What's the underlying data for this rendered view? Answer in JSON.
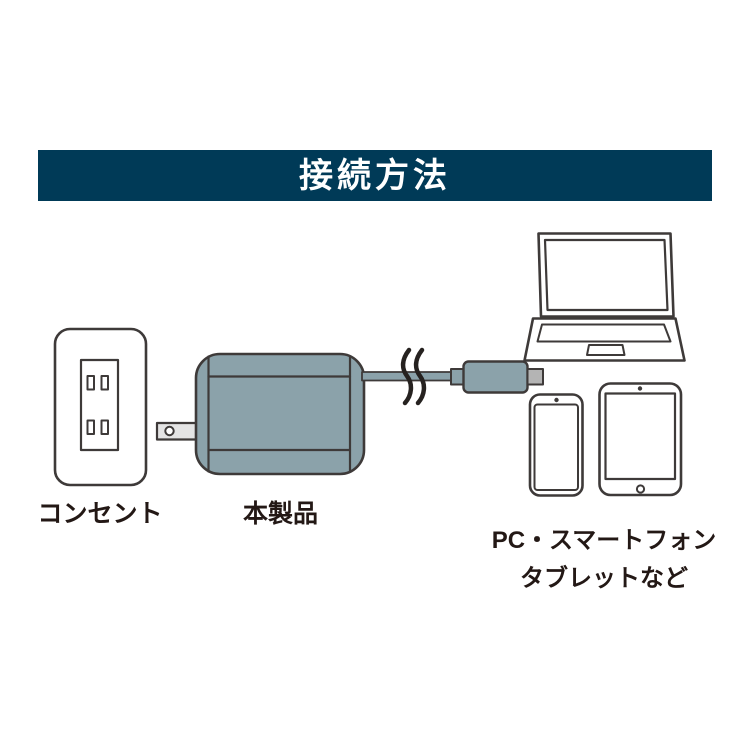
{
  "header": {
    "title": "接続方法"
  },
  "outlet": {
    "label": "コンセント",
    "icon": "wall-outlet-icon"
  },
  "adapter": {
    "label": "本製品",
    "icon": "power-adapter-icon"
  },
  "cable": {
    "icon": "usb-cable-icon",
    "break_icon": "cable-break-icon",
    "connector_icon": "usb-connector-icon"
  },
  "devices": {
    "caption_line1": "PC・スマートフォン",
    "caption_line2": "タブレットなど",
    "icons": [
      "laptop-icon",
      "smartphone-icon",
      "tablet-icon"
    ]
  },
  "colors": {
    "header_bg": "#003a57",
    "header_text": "#ffffff",
    "label_text": "#231815",
    "adapter_fill": "#8ba2aa",
    "outline": "#3e3a39",
    "prong_fill": "#e4e4e4",
    "connector_tip": "#b4b4b4",
    "break_mark": "#262220",
    "background": "#ffffff"
  }
}
